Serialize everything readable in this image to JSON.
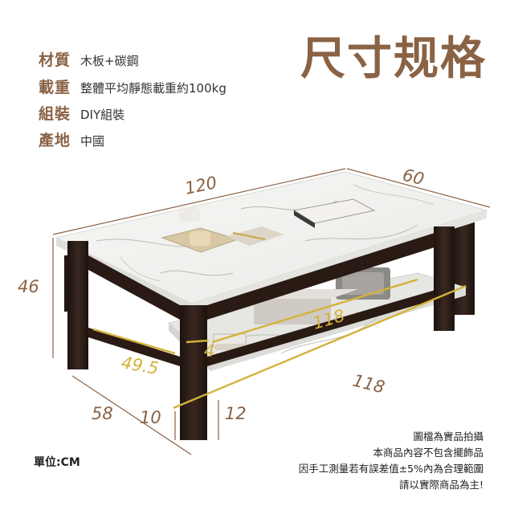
{
  "title": "尺寸规格",
  "specs": [
    {
      "label": "材質",
      "value": "木板+碳鋼"
    },
    {
      "label": "載重",
      "value": "整體平均靜態載重約100kg"
    },
    {
      "label": "組裝",
      "value": "DIY組裝"
    },
    {
      "label": "產地",
      "value": "中國"
    }
  ],
  "dimensions": {
    "length_top": "120",
    "width_top": "60",
    "height": "46",
    "shelf_length": "118",
    "bottom_length": "118",
    "shelf_depth": "49.5",
    "frame_width": "4",
    "leg_depth": "58",
    "leg_foot": "10",
    "shelf_height": "12"
  },
  "unit": "單位:CM",
  "notes": [
    "圖檔為實品拍攝",
    "本商品內容不包含擺飾品",
    "因手工測量若有誤差值±5%內為合理範圍",
    "請以實際商品為主!"
  ],
  "colors": {
    "accent": "#8a6244",
    "highlight": "#d4b23a",
    "frame": "#2a1a14",
    "marble": "#f2f2f0"
  }
}
